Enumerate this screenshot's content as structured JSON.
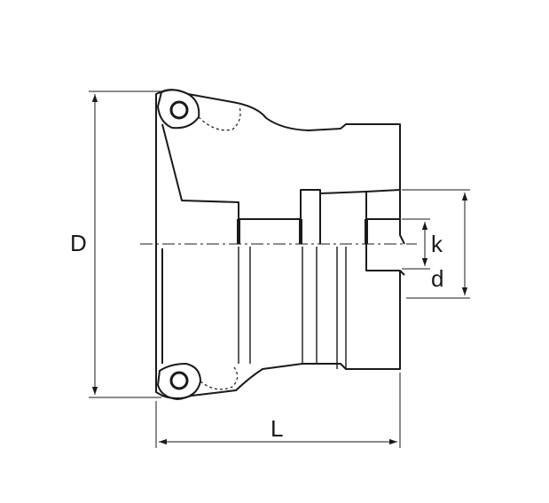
{
  "dimensions": {
    "diameter_label": "D",
    "length_label": "L",
    "keyway_label": "k",
    "bore_label": "d"
  },
  "colors": {
    "line": "#1a1a1a",
    "background": "#ffffff"
  }
}
